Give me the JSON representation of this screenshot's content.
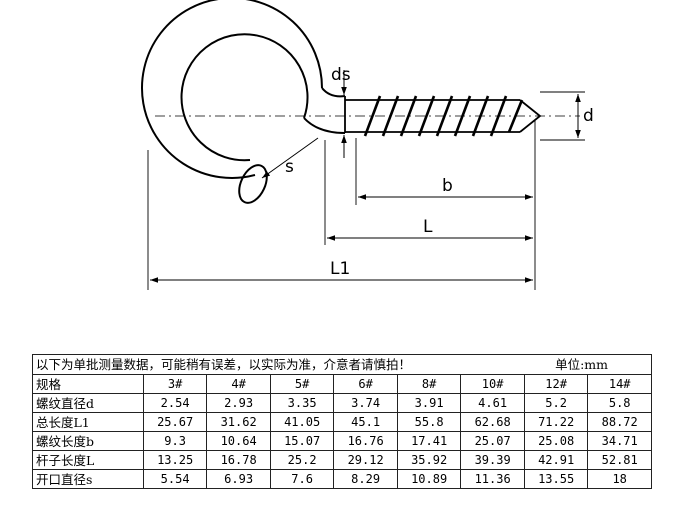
{
  "drawing": {
    "labels": {
      "ds": "ds",
      "d": "d",
      "s": "s",
      "b": "b",
      "L": "L",
      "L1": "L1"
    }
  },
  "table": {
    "note": "以下为单批测量数据，可能稍有误差，以实际为准，介意者请慎拍！",
    "unit": "单位:mm",
    "header_label": "规格",
    "sizes": [
      "3#",
      "4#",
      "5#",
      "6#",
      "8#",
      "10#",
      "12#",
      "14#"
    ],
    "rows": [
      {
        "label": "螺纹直径d",
        "values": [
          "2.54",
          "2.93",
          "3.35",
          "3.74",
          "3.91",
          "4.61",
          "5.2",
          "5.8"
        ]
      },
      {
        "label": "总长度L1",
        "values": [
          "25.67",
          "31.62",
          "41.05",
          "45.1",
          "55.8",
          "62.68",
          "71.22",
          "88.72"
        ]
      },
      {
        "label": "螺纹长度b",
        "values": [
          "9.3",
          "10.64",
          "15.07",
          "16.76",
          "17.41",
          "25.07",
          "25.08",
          "34.71"
        ]
      },
      {
        "label": "杆子长度L",
        "values": [
          "13.25",
          "16.78",
          "25.2",
          "29.12",
          "35.92",
          "39.39",
          "42.91",
          "52.81"
        ]
      },
      {
        "label": "开口直径s",
        "values": [
          "5.54",
          "6.93",
          "7.6",
          "8.29",
          "10.89",
          "11.36",
          "13.55",
          "18"
        ]
      }
    ]
  }
}
